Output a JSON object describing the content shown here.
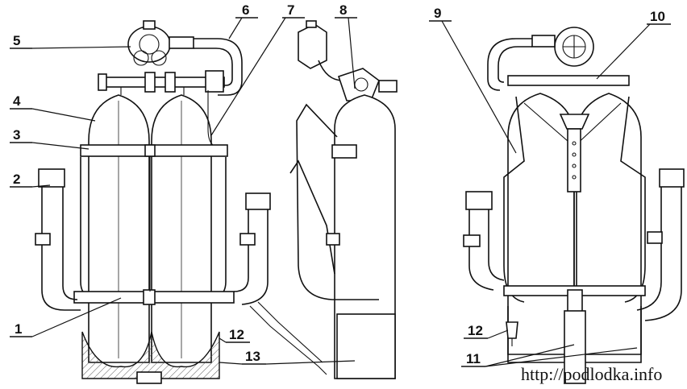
{
  "labels": {
    "l1": "1",
    "l2": "2",
    "l3": "3",
    "l4": "4",
    "l5": "5",
    "l6": "6",
    "l7": "7",
    "l8": "8",
    "l9": "9",
    "l10": "10",
    "l11": "11",
    "l12a": "12",
    "l12b": "12",
    "l13": "13"
  },
  "watermark": "http://podlodka.info"
}
